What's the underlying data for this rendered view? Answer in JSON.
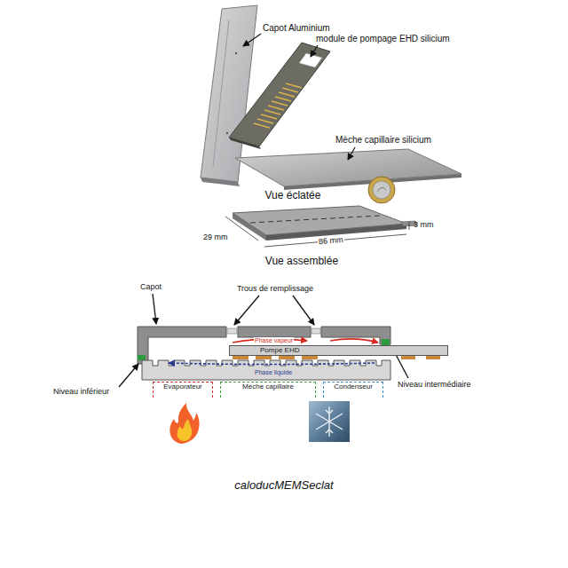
{
  "diagram": {
    "caption": "caloducMEMSeclat",
    "nodes": [
      {
        "text": [
          "Pompe EHD"
        ]
      },
      {
        "text": [
          "Evaporateur"
        ]
      },
      {
        "text": [
          "Mèche capillaire"
        ]
      },
      {
        "text": [
          "Condenseur"
        ]
      }
    ],
    "labels": [
      "Capot Aluminium",
      "module de pompage EHD silicium",
      "Mèche capillaire silicium",
      "Vue éclatée",
      "29 mm",
      "86 mm",
      "3 mm",
      "Vue assemblée",
      "Capot",
      "Trous de remplissage",
      "Phase vapeur",
      "Phase liquide",
      "Niveau inférieur",
      "Niveau intermédiaire"
    ]
  }
}
